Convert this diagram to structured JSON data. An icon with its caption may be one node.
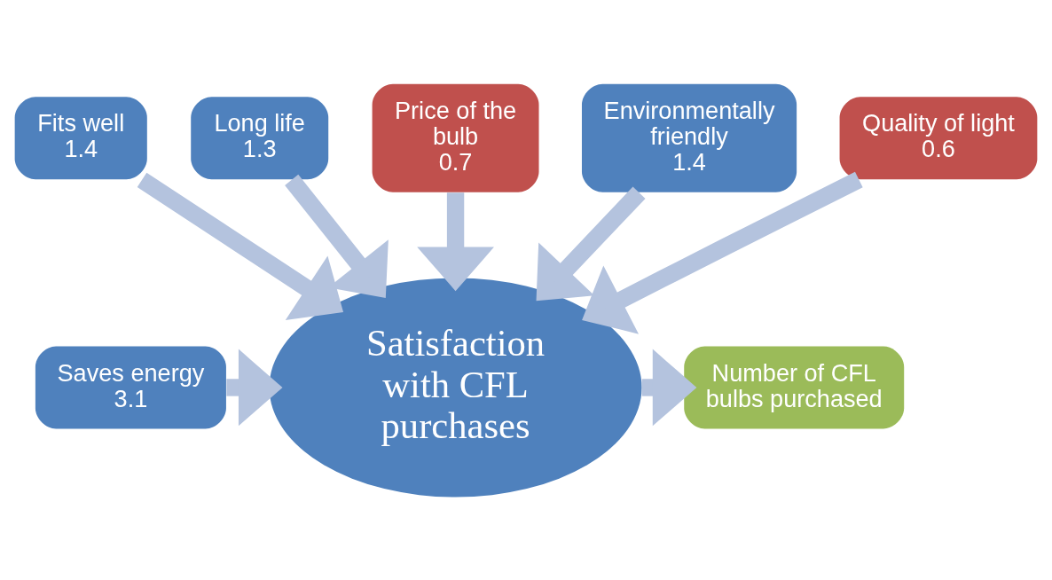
{
  "diagram": {
    "nodes": [
      {
        "text": [
          "Fits well",
          "1.4"
        ]
      },
      {
        "text": [
          "Long life",
          "1.3"
        ]
      },
      {
        "text": [
          "Price of the bulb",
          "0.7"
        ]
      },
      {
        "text": [
          "Environmentally friendly",
          "1.4"
        ]
      },
      {
        "text": [
          "Quality of light",
          "0.6"
        ]
      },
      {
        "text": [
          "Saves energy",
          "3.1"
        ]
      },
      {
        "text": [
          "Satisfaction with CFL purchases"
        ]
      },
      {
        "text": [
          "Number of CFL bulbs purchased"
        ]
      }
    ],
    "edges": [
      {
        "from": 3,
        "to": 6,
        "arrow": "to"
      },
      {
        "from": 0,
        "to": 6,
        "arrow": "to"
      },
      {
        "from": 1,
        "to": 6,
        "arrow": "to"
      },
      {
        "from": 2,
        "to": 6,
        "arrow": "to"
      },
      {
        "from": 4,
        "to": 6,
        "arrow": "to"
      },
      {
        "from": 5,
        "to": 6,
        "arrow": "to"
      },
      {
        "from": 6,
        "to": 7,
        "arrow": "to"
      }
    ]
  }
}
